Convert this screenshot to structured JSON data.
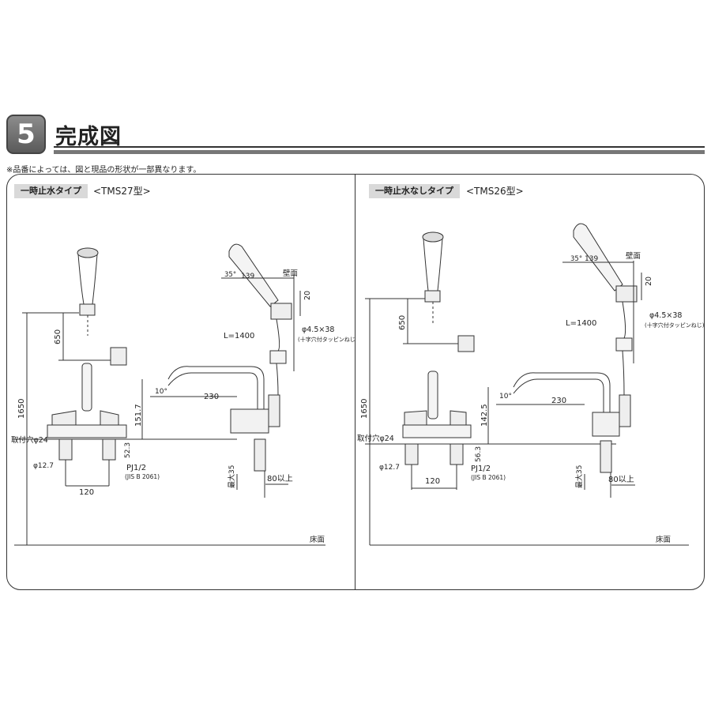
{
  "header": {
    "number": "5",
    "title": "完成図"
  },
  "note": "※品番によっては、図と現品の形状が一部異なります。",
  "panels": [
    {
      "label": "一時止水タイプ",
      "model": "<TMS27型>",
      "dims": {
        "h650": "650",
        "h1650": "1650",
        "h20": "20",
        "spout_h": "151.7",
        "h52": "52.3",
        "deg10": "10°",
        "len230": "230",
        "w120": "120",
        "max35": "最大35",
        "min80": "80以上",
        "angle35": "35°",
        "len139": "139",
        "hose": "L=1400",
        "screw": "φ4.5×38",
        "screw_note": "(十字穴付タッピンねじ)",
        "hole": "取付穴φ24",
        "pipe": "φ12.7",
        "pj": "PJ1/2",
        "jis": "(JIS B 2061)",
        "wall": "壁面",
        "floor": "床面"
      }
    },
    {
      "label": "一時止水なしタイプ",
      "model": "<TMS26型>",
      "dims": {
        "h650": "650",
        "h1650": "1650",
        "h20": "20",
        "spout_h": "142.5",
        "h52": "56.3",
        "deg10": "10°",
        "len230": "230",
        "w120": "120",
        "max35": "最大35",
        "min80": "80以上",
        "angle35": "35°",
        "len139": "139",
        "hose": "L=1400",
        "screw": "φ4.5×38",
        "screw_note": "(十字穴付タッピンねじ)",
        "hole": "取付穴φ24",
        "pipe": "φ12.7",
        "pj": "PJ1/2",
        "jis": "(JIS B 2061)",
        "wall": "壁面",
        "floor": "床面"
      }
    }
  ]
}
